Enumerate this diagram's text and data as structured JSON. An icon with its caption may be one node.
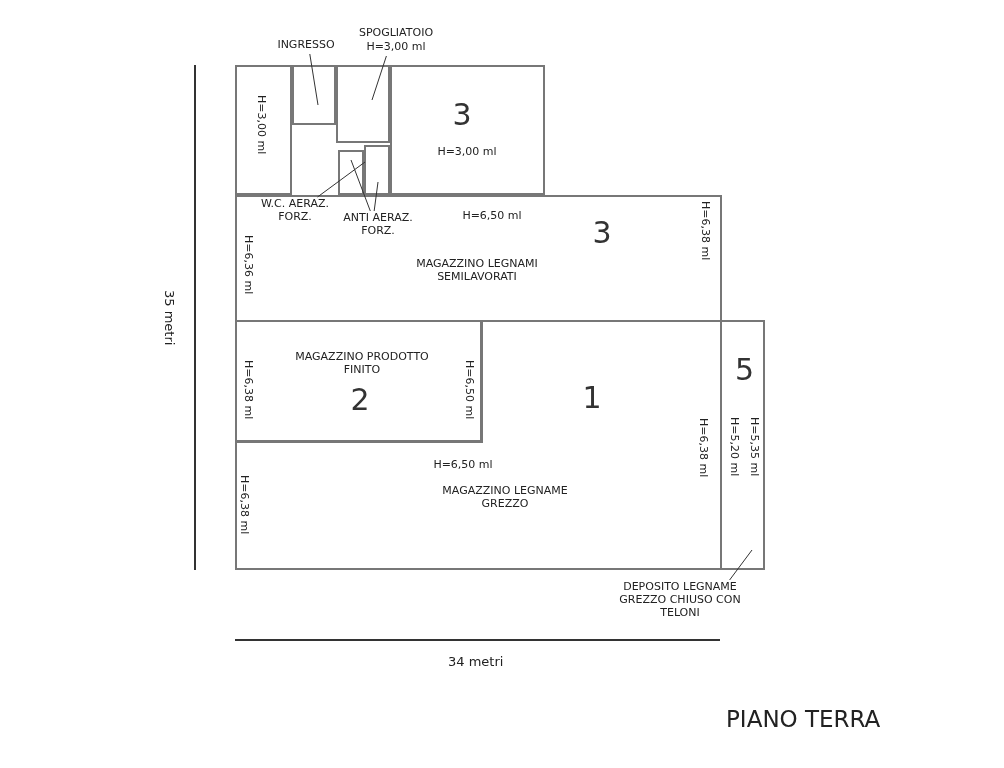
{
  "diagram": {
    "title": "PIANO TERRA",
    "nodes": [
      {
        "text": [
          "H=3,00 ml"
        ]
      },
      {
        "text": [
          "INGRESSO"
        ]
      },
      {
        "text": [],
        "shape": "box"
      },
      {
        "text": [
          "SPOGLIATOIO",
          "H=3,00 ml"
        ]
      },
      {
        "text": [],
        "shape": "box"
      },
      {
        "text": [
          "3",
          "H=3,00 ml"
        ]
      },
      {
        "text": [],
        "shape": "box"
      },
      {
        "text": [],
        "shape": "box"
      },
      {
        "text": [
          "W.C. AERAZ. FORZ."
        ],
        "in": 10
      },
      {
        "text": [
          "ANTI AERAZ. FORZ."
        ],
        "in": 10
      },
      {
        "text": [
          "H=6,50 ml",
          "3",
          "MAGAZZINO LEGNAMI SEMILAVORATI",
          "H=6,36 ml",
          "H=6,38 ml"
        ]
      },
      {
        "text": [
          "MAGAZZINO PRODOTTO FINITO",
          "2",
          "H=6,38 ml",
          "H=6,50 ml"
        ]
      },
      {
        "text": [
          "1",
          "H=6,50 ml",
          "MAGAZZINO LEGNAME GREZZO",
          "H=6,38 ml",
          "H=6,38 ml"
        ]
      },
      {
        "text": [
          "5",
          "H=5,20 ml",
          "H=5,35 ml"
        ]
      },
      {
        "text": [
          "DEPOSITO LEGNAME GREZZO CHIUSO CON TELONI"
        ]
      }
    ],
    "edges": [
      {
        "from": 1,
        "to": 2,
        "arrow": "none"
      },
      {
        "from": 3,
        "to": 4,
        "arrow": "none"
      },
      {
        "from": 8,
        "to": 6,
        "arrow": "none"
      },
      {
        "from": 9,
        "to": 7,
        "arrow": "none"
      },
      {
        "from": 9,
        "to": 6,
        "arrow": "none"
      },
      {
        "from": 14,
        "to": 13,
        "arrow": "none"
      }
    ],
    "labels": [
      "35 metri",
      "34 metri"
    ]
  }
}
